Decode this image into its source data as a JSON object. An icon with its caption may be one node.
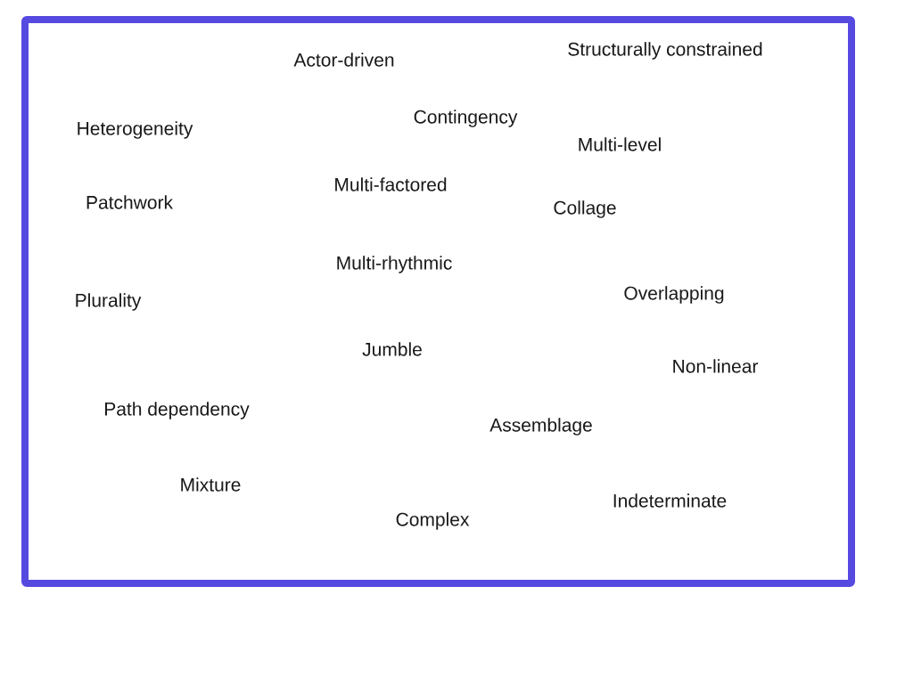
{
  "diagram": {
    "labels": [
      "Structurally constrained",
      "Actor-driven",
      "Contingency",
      "Heterogeneity",
      "Multi-level",
      "Multi-factored",
      "Patchwork",
      "Collage",
      "Multi-rhythmic",
      "Overlapping",
      "Plurality",
      "Jumble",
      "Non-linear",
      "Path dependency",
      "Assemblage",
      "Mixture",
      "Indeterminate",
      "Complex"
    ]
  }
}
